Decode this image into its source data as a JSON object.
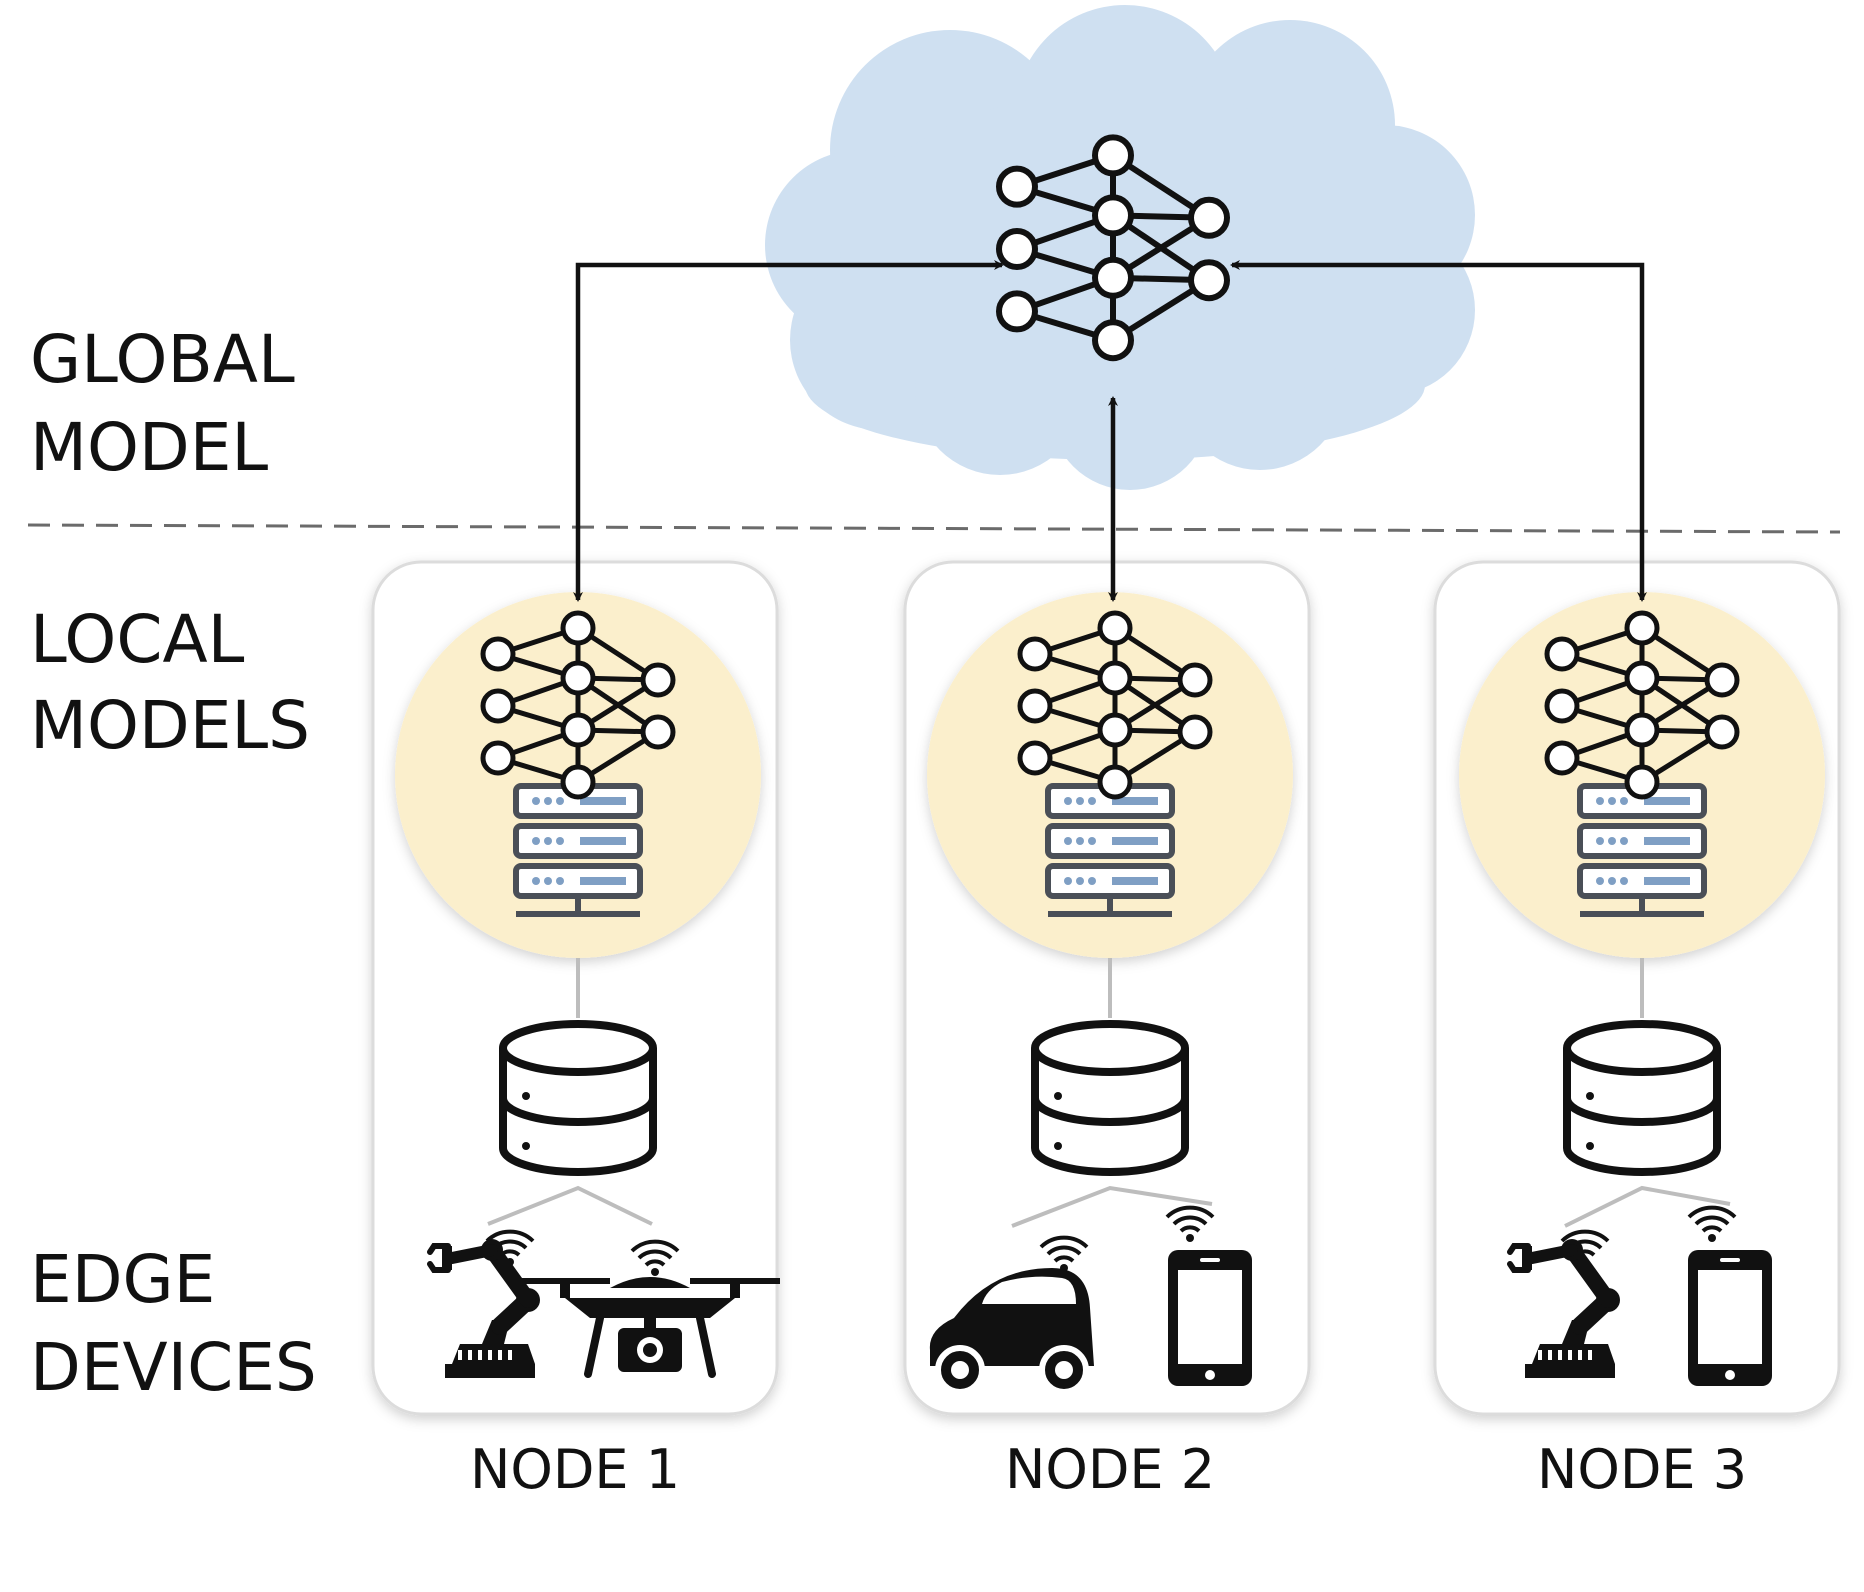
{
  "row_labels": {
    "global": [
      "GLOBAL",
      "MODEL"
    ],
    "local": [
      "LOCAL",
      "MODELS"
    ],
    "edge": [
      "EDGE",
      "DEVICES"
    ]
  },
  "nodes": [
    {
      "label": "NODE 1",
      "devices": [
        "robot-arm-icon",
        "drone-icon"
      ]
    },
    {
      "label": "NODE 2",
      "devices": [
        "car-icon",
        "smartphone-icon"
      ]
    },
    {
      "label": "NODE 3",
      "devices": [
        "robot-arm-icon",
        "smartphone-icon"
      ]
    }
  ],
  "colors": {
    "cloud": "#cfe0f1",
    "local_model_circle": "#fbefcc",
    "server_stripe": "#7f9fc4",
    "server_body": "#4a4f57",
    "card_border": "#dcdcdc",
    "dashed_separator": "#6b6b6b",
    "link_line": "#bdbdbd"
  }
}
